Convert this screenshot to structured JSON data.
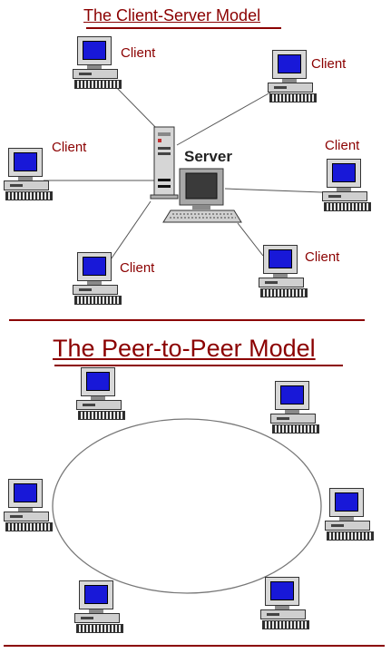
{
  "client_server": {
    "title": "The Client-Server Model",
    "server_label": "Server",
    "client_label": "Client",
    "client_count": 6
  },
  "peer_to_peer": {
    "title": "The Peer-to-Peer Model",
    "peer_count": 6
  },
  "colors": {
    "title_red": "#8b0000",
    "screen_blue": "#1818d8",
    "link_line": "#555555",
    "ring_line": "#777777"
  },
  "icons": [
    "computer-icon",
    "server-tower-icon",
    "monitor-icon",
    "keyboard-icon"
  ]
}
